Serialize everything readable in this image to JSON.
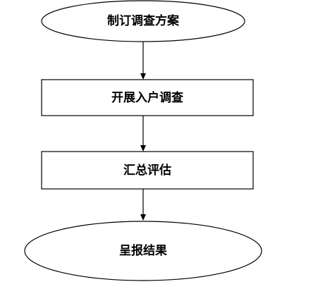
{
  "flowchart": {
    "steps": [
      {
        "id": "step-1",
        "shape": "ellipse",
        "label": "制订调查方案"
      },
      {
        "id": "step-2",
        "shape": "rectangle",
        "label": "开展入户调查"
      },
      {
        "id": "step-3",
        "shape": "rectangle",
        "label": "汇总评估"
      },
      {
        "id": "step-4",
        "shape": "ellipse",
        "label": "呈报结果"
      }
    ],
    "colors": {
      "stroke": "#000000",
      "fill": "#ffffff",
      "text": "#000000"
    }
  }
}
